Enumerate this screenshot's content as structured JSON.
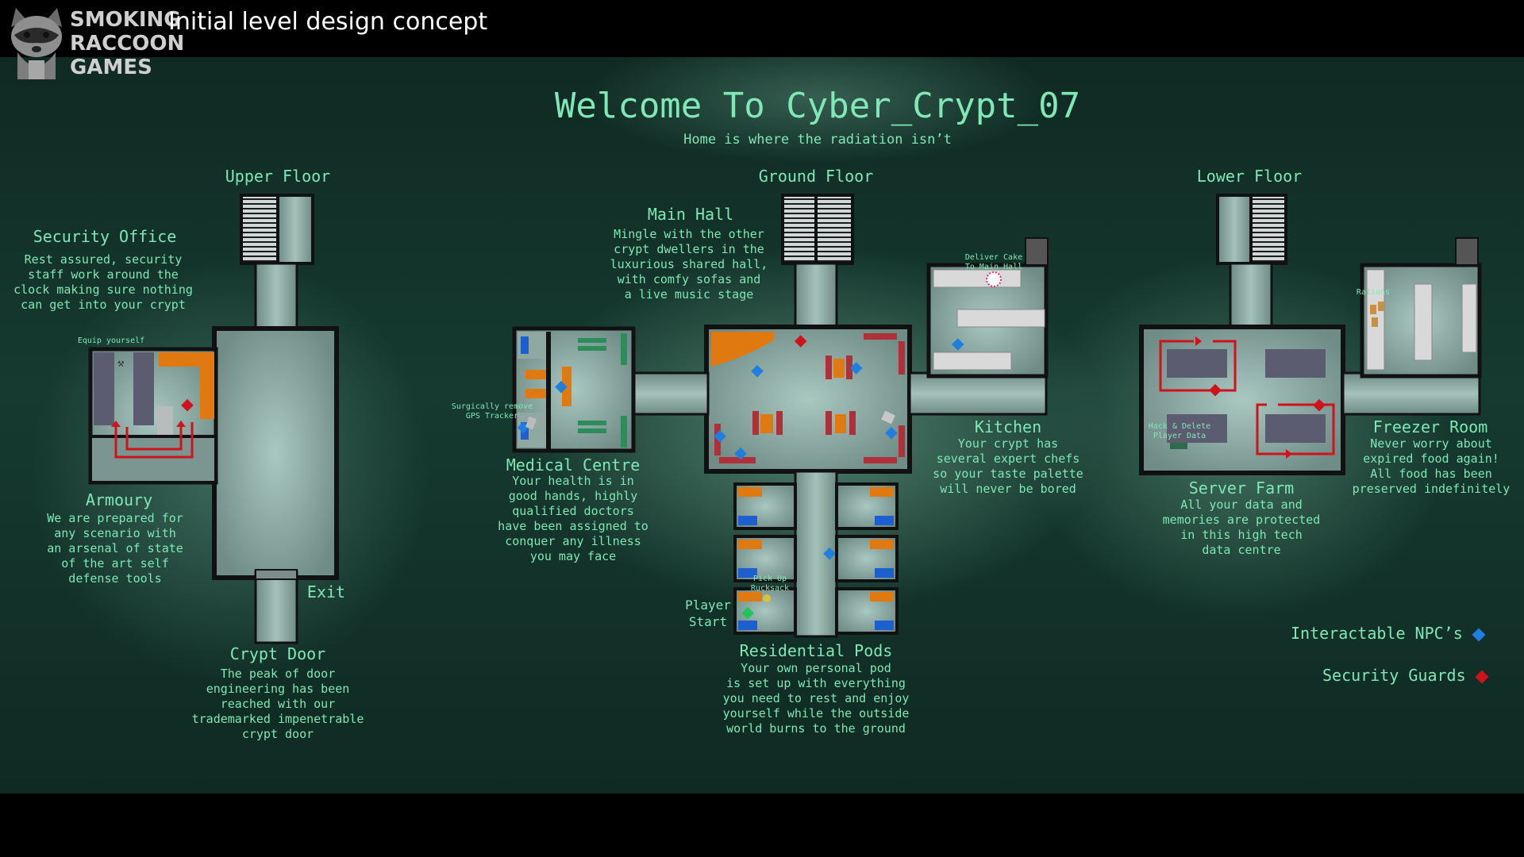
{
  "header": {
    "brand_line1": "SMOKING",
    "brand_line2": "RACCOON",
    "brand_line3": "GAMES",
    "title": "Initial level design concept"
  },
  "main": {
    "title": "Welcome To Cyber_Crypt_07",
    "subtitle": "Home is where the radiation isn’t"
  },
  "floors": {
    "upper": "Upper Floor",
    "ground": "Ground Floor",
    "lower": "Lower Floor"
  },
  "rooms": {
    "security_office": {
      "name": "Security Office",
      "desc": "Rest assured, security\nstaff work around the\nclock making sure nothing\ncan get into your crypt"
    },
    "armoury": {
      "name": "Armoury",
      "desc": "We are prepared for\nany scenario with\nan arsenal of state\nof the art self\ndefense tools"
    },
    "crypt_door": {
      "name": "Crypt Door",
      "desc": "The peak of door\nengineering has been\nreached with our\ntrademarked impenetrable\ncrypt door"
    },
    "exit": {
      "name": "Exit"
    },
    "main_hall": {
      "name": "Main Hall",
      "desc": "Mingle with the other\ncrypt dwellers in the\nluxurious shared hall,\nwith comfy sofas and\na live music stage"
    },
    "medical": {
      "name": "Medical Centre",
      "desc": "Your health is in\ngood hands, highly\nqualified doctors\nhave been assigned to\nconquer any illness\nyou may face"
    },
    "kitchen": {
      "name": "Kitchen",
      "desc": "Your crypt has\nseveral expert chefs\nso your taste palette\nwill never be bored"
    },
    "residential": {
      "name": "Residential Pods",
      "desc": "Your own personal pod\nis set up with everything\nyou need to rest and enjoy\nyourself while the outside\nworld burns to the ground"
    },
    "server_farm": {
      "name": "Server Farm",
      "desc": "All your data and\nmemories are protected\nin this high tech\ndata centre"
    },
    "freezer": {
      "name": "Freezer Room",
      "desc": "Never worry about\nexpired food again!\nAll food has been\npreserved indefinitely"
    }
  },
  "annotations": {
    "equip": "Equip yourself",
    "gps": "Surgically remove\nGPS Tracker",
    "cake": "Deliver Cake\nTo Main Hall",
    "rucksack": "Pick Up\nRucksack",
    "player_start": "Player\nStart",
    "hack": "Hack & Delete\nPlayer Data",
    "rations": "Rations"
  },
  "legend": {
    "npc": "Interactable NPC’s",
    "guards": "Security Guards"
  },
  "colors": {
    "accent_text": "#7fe8b6",
    "npc_marker": "#1e7fe0",
    "guard_marker": "#d0121c",
    "player_marker": "#22c35a",
    "furniture_orange": "#e07a10"
  }
}
